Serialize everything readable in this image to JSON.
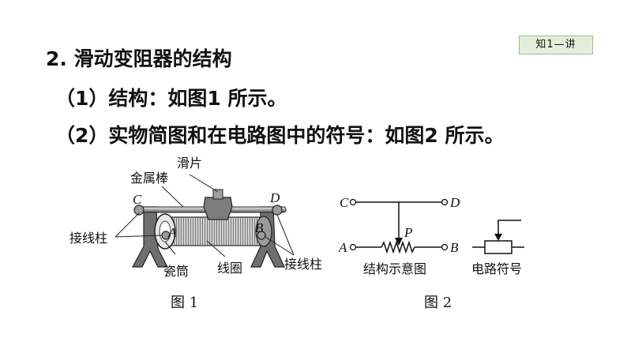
{
  "badge": "知1—讲",
  "heading": {
    "title": "2. 滑动变阻器的结构",
    "item1": "（1）结构：如图1 所示。",
    "item2": "（2）实物简图和在电路图中的符号：如图2 所示。"
  },
  "figure1": {
    "label_slider": "滑片",
    "label_rod": "金属棒",
    "label_terminal_left": "接线柱",
    "label_terminal_right": "接线柱",
    "label_tube": "瓷筒",
    "label_coil": "线圈",
    "letter_a": "A",
    "letter_b": "B",
    "letter_c": "C",
    "letter_d": "D",
    "caption": "图 1"
  },
  "figure2": {
    "letter_c": "C",
    "letter_d": "D",
    "letter_a": "A",
    "letter_b": "B",
    "letter_p": "P",
    "label_schematic": "结构示意图",
    "label_symbol": "电路符号",
    "caption": "图 2"
  },
  "colors": {
    "badge_bg": "#e3efdb",
    "badge_border": "#9bbd8b",
    "metal": "#8c8c8c"
  }
}
